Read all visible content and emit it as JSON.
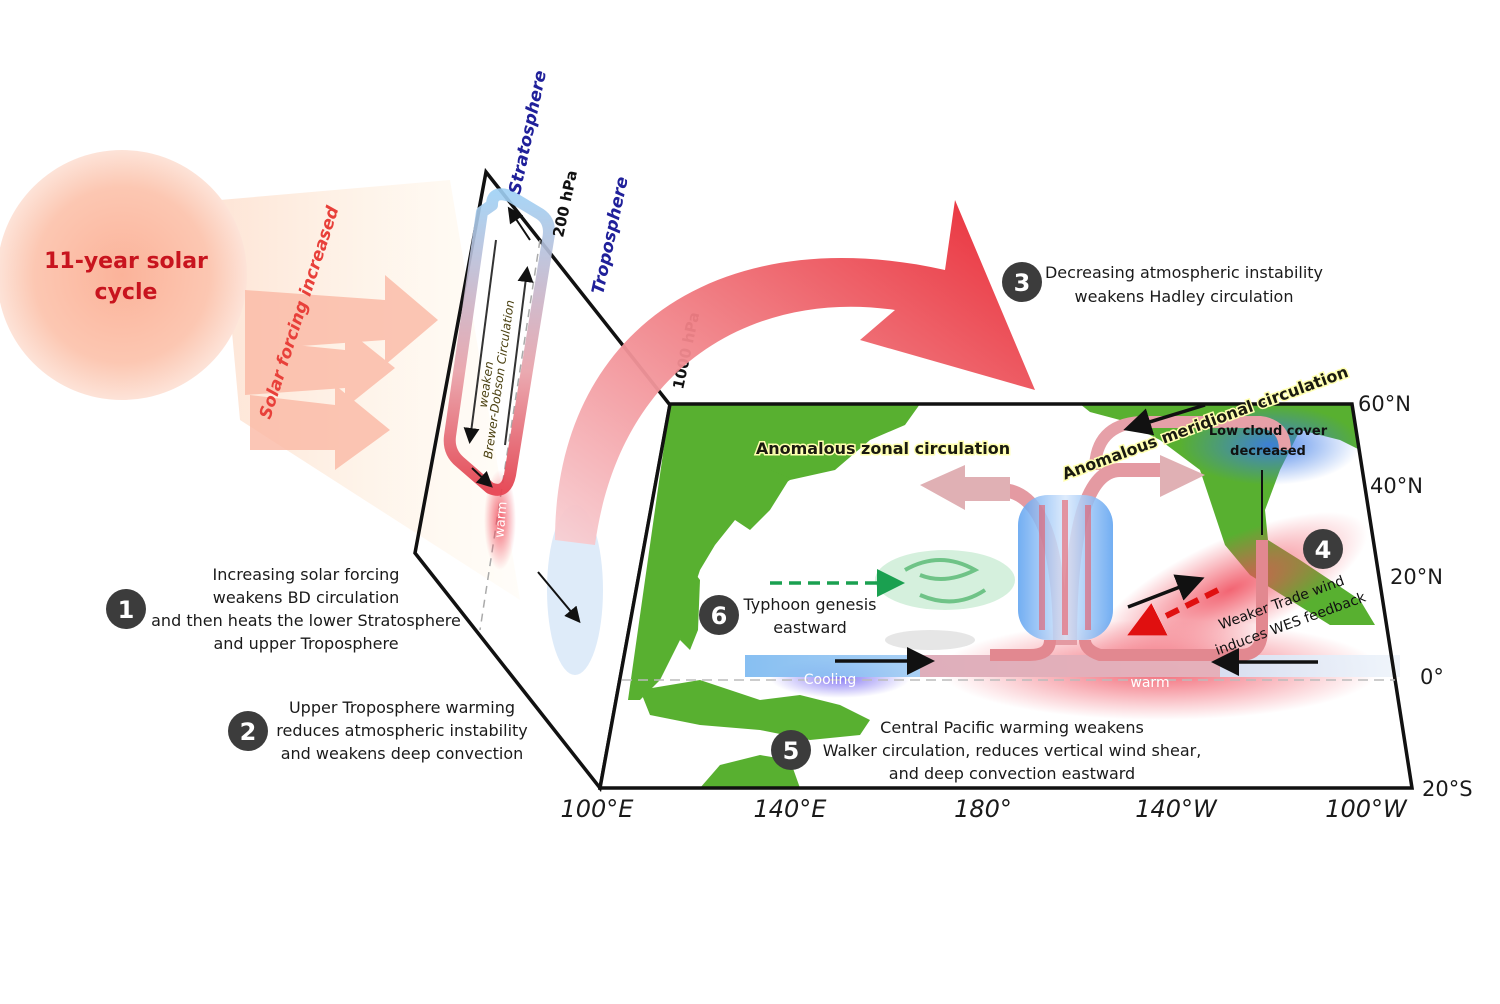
{
  "sun": {
    "line1": "11-year solar",
    "line2": "cycle"
  },
  "solar_forcing": "Solar forcing increased",
  "layers": {
    "stratosphere": "Stratosphere",
    "troposphere": "Troposphere",
    "p200": "200 hPa",
    "p1000": "1000 hPa"
  },
  "bd": {
    "line1": "weaken",
    "line2": "Brewer-Dobson Circulation"
  },
  "warm_left": "warm",
  "steps": [
    {
      "num": "1",
      "lines": [
        "Increasing solar forcing",
        "weakens BD circulation",
        "and then heats the lower Stratosphere",
        "and upper Troposphere"
      ]
    },
    {
      "num": "2",
      "lines": [
        "Upper Troposphere warming",
        "reduces atmospheric instability",
        "and weakens deep convection"
      ]
    },
    {
      "num": "3",
      "lines": [
        "Decreasing atmospheric instability",
        "weakens Hadley circulation"
      ]
    },
    {
      "num": "4",
      "lines": [
        "Weaker Trade wind",
        "induces WES feedback"
      ]
    },
    {
      "num": "5",
      "lines": [
        "Central Pacific warming weakens",
        "Walker circulation, reduces vertical wind shear,",
        "and deep convection eastward"
      ]
    },
    {
      "num": "6",
      "lines": [
        "Typhoon genesis",
        "eastward"
      ]
    }
  ],
  "map": {
    "zonal": "Anomalous zonal circulation",
    "meridional": "Anomalous meridional circulation",
    "low_cloud": [
      "Low cloud cover",
      "decreased"
    ],
    "cooling": "Cooling",
    "warm": "warm",
    "lon_labels": [
      "100°E",
      "140°E",
      "180°",
      "140°W",
      "100°W"
    ],
    "lat_labels": [
      "60°N",
      "40°N",
      "20°N",
      "0°",
      "20°S"
    ]
  },
  "colors": {
    "land": "#58b030",
    "sun": "#f8a080",
    "warm": "#e83040",
    "cool": "#60a0e8",
    "badge": "#3c3c3c",
    "label_yellow": "#ffffb0",
    "strat_blue": "#20209a"
  }
}
